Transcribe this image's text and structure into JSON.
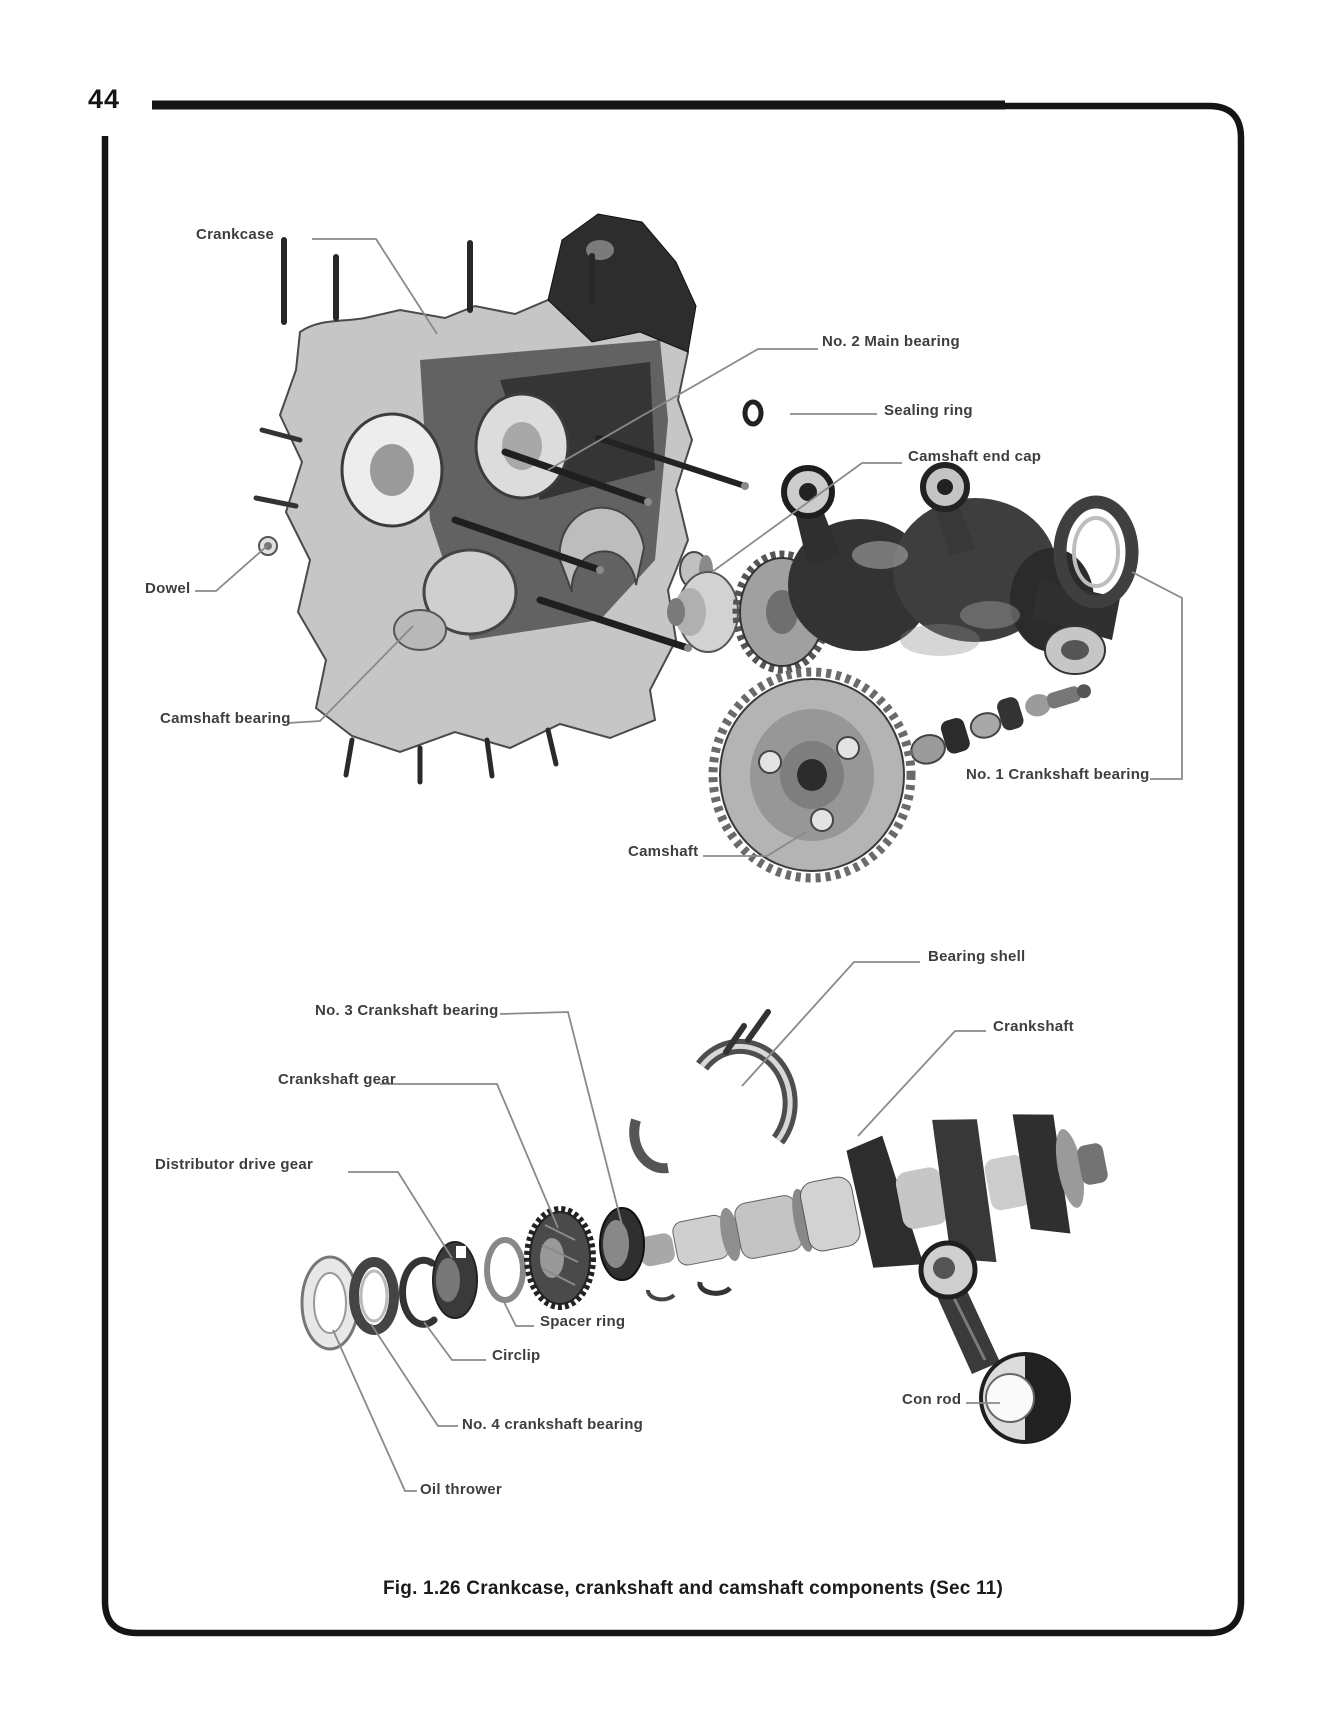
{
  "page": {
    "number": "44",
    "caption": "Fig. 1.26 Crankcase, crankshaft and camshaft components (Sec 11)"
  },
  "figure": {
    "labels": {
      "crankcase": "Crankcase",
      "no2_main_bearing": "No. 2 Main bearing",
      "sealing_ring": "Sealing ring",
      "camshaft_end_cap": "Camshaft end cap",
      "dowel": "Dowel",
      "camshaft_bearing": "Camshaft bearing",
      "no1_crankshaft_bearing": "No. 1 Crankshaft bearing",
      "camshaft": "Camshaft",
      "bearing_shell": "Bearing shell",
      "crankshaft": "Crankshaft",
      "no3_crankshaft_bearing": "No. 3 Crankshaft bearing",
      "crankshaft_gear": "Crankshaft gear",
      "distributor_drive_gear": "Distributor drive gear",
      "spacer_ring": "Spacer ring",
      "circlip": "Circlip",
      "no4_crankshaft_bearing": "No. 4 crankshaft bearing",
      "oil_thrower": "Oil thrower",
      "con_rod": "Con rod"
    }
  }
}
